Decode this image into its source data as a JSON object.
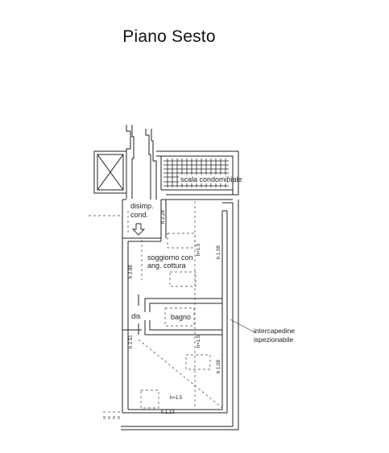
{
  "title": "Piano Sesto",
  "rooms": {
    "stairs": "scala condominiale",
    "landing_line1": "disimp.",
    "landing_line2": "cond.",
    "living_line1": "soggiorno con",
    "living_line2": "ang. cottura",
    "hall": "dis",
    "bath": "bagno",
    "cavity_line1": "intercapedine",
    "cavity_line2": "ispezionabile"
  },
  "heights": {
    "landing": "h 2.28",
    "living_left": "h 2.88",
    "living_mid": "h=1.5",
    "living_right": "h 1.08",
    "hall": "h 2.51",
    "lower_mid": "h=1.5",
    "lower_right": "h 1.08",
    "bottom_mid": "h=1.5",
    "bottom_low": "h 1.13"
  }
}
